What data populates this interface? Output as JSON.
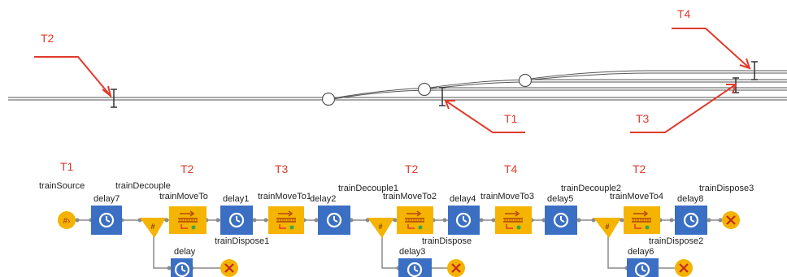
{
  "track_markers": {
    "t2": "T2",
    "t1": "T1",
    "t3": "T3",
    "t4": "T4"
  },
  "flow_headers": {
    "h1": "T1",
    "h2": "T2",
    "h3": "T3",
    "h4": "T2",
    "h5": "T4",
    "h6": "T2"
  },
  "blocks": {
    "trainSource": "trainSource",
    "delay7": "delay7",
    "trainDecouple": "trainDecouple",
    "trainMoveTo": "trainMoveTo",
    "delay1": "delay1",
    "trainMoveTo1": "trainMoveTo1",
    "delay2": "delay2",
    "trainDecouple1": "trainDecouple1",
    "trainMoveTo2": "trainMoveTo2",
    "delay4": "delay4",
    "trainMoveTo3": "trainMoveTo3",
    "delay5": "delay5",
    "trainDecouple2": "trainDecouple2",
    "trainMoveTo4": "trainMoveTo4",
    "delay8": "delay8",
    "trainDispose3": "trainDispose3",
    "delay": "delay",
    "trainDispose1": "trainDispose1",
    "delay3": "delay3",
    "trainDispose": "trainDispose",
    "delay6": "delay6",
    "trainDispose2": "trainDispose2"
  },
  "colors": {
    "delay_block": "#3b6fc4",
    "move_block": "#f4b400",
    "source_dispose": "#f5b301",
    "marker": "#e03a2a",
    "track": "#555555"
  }
}
